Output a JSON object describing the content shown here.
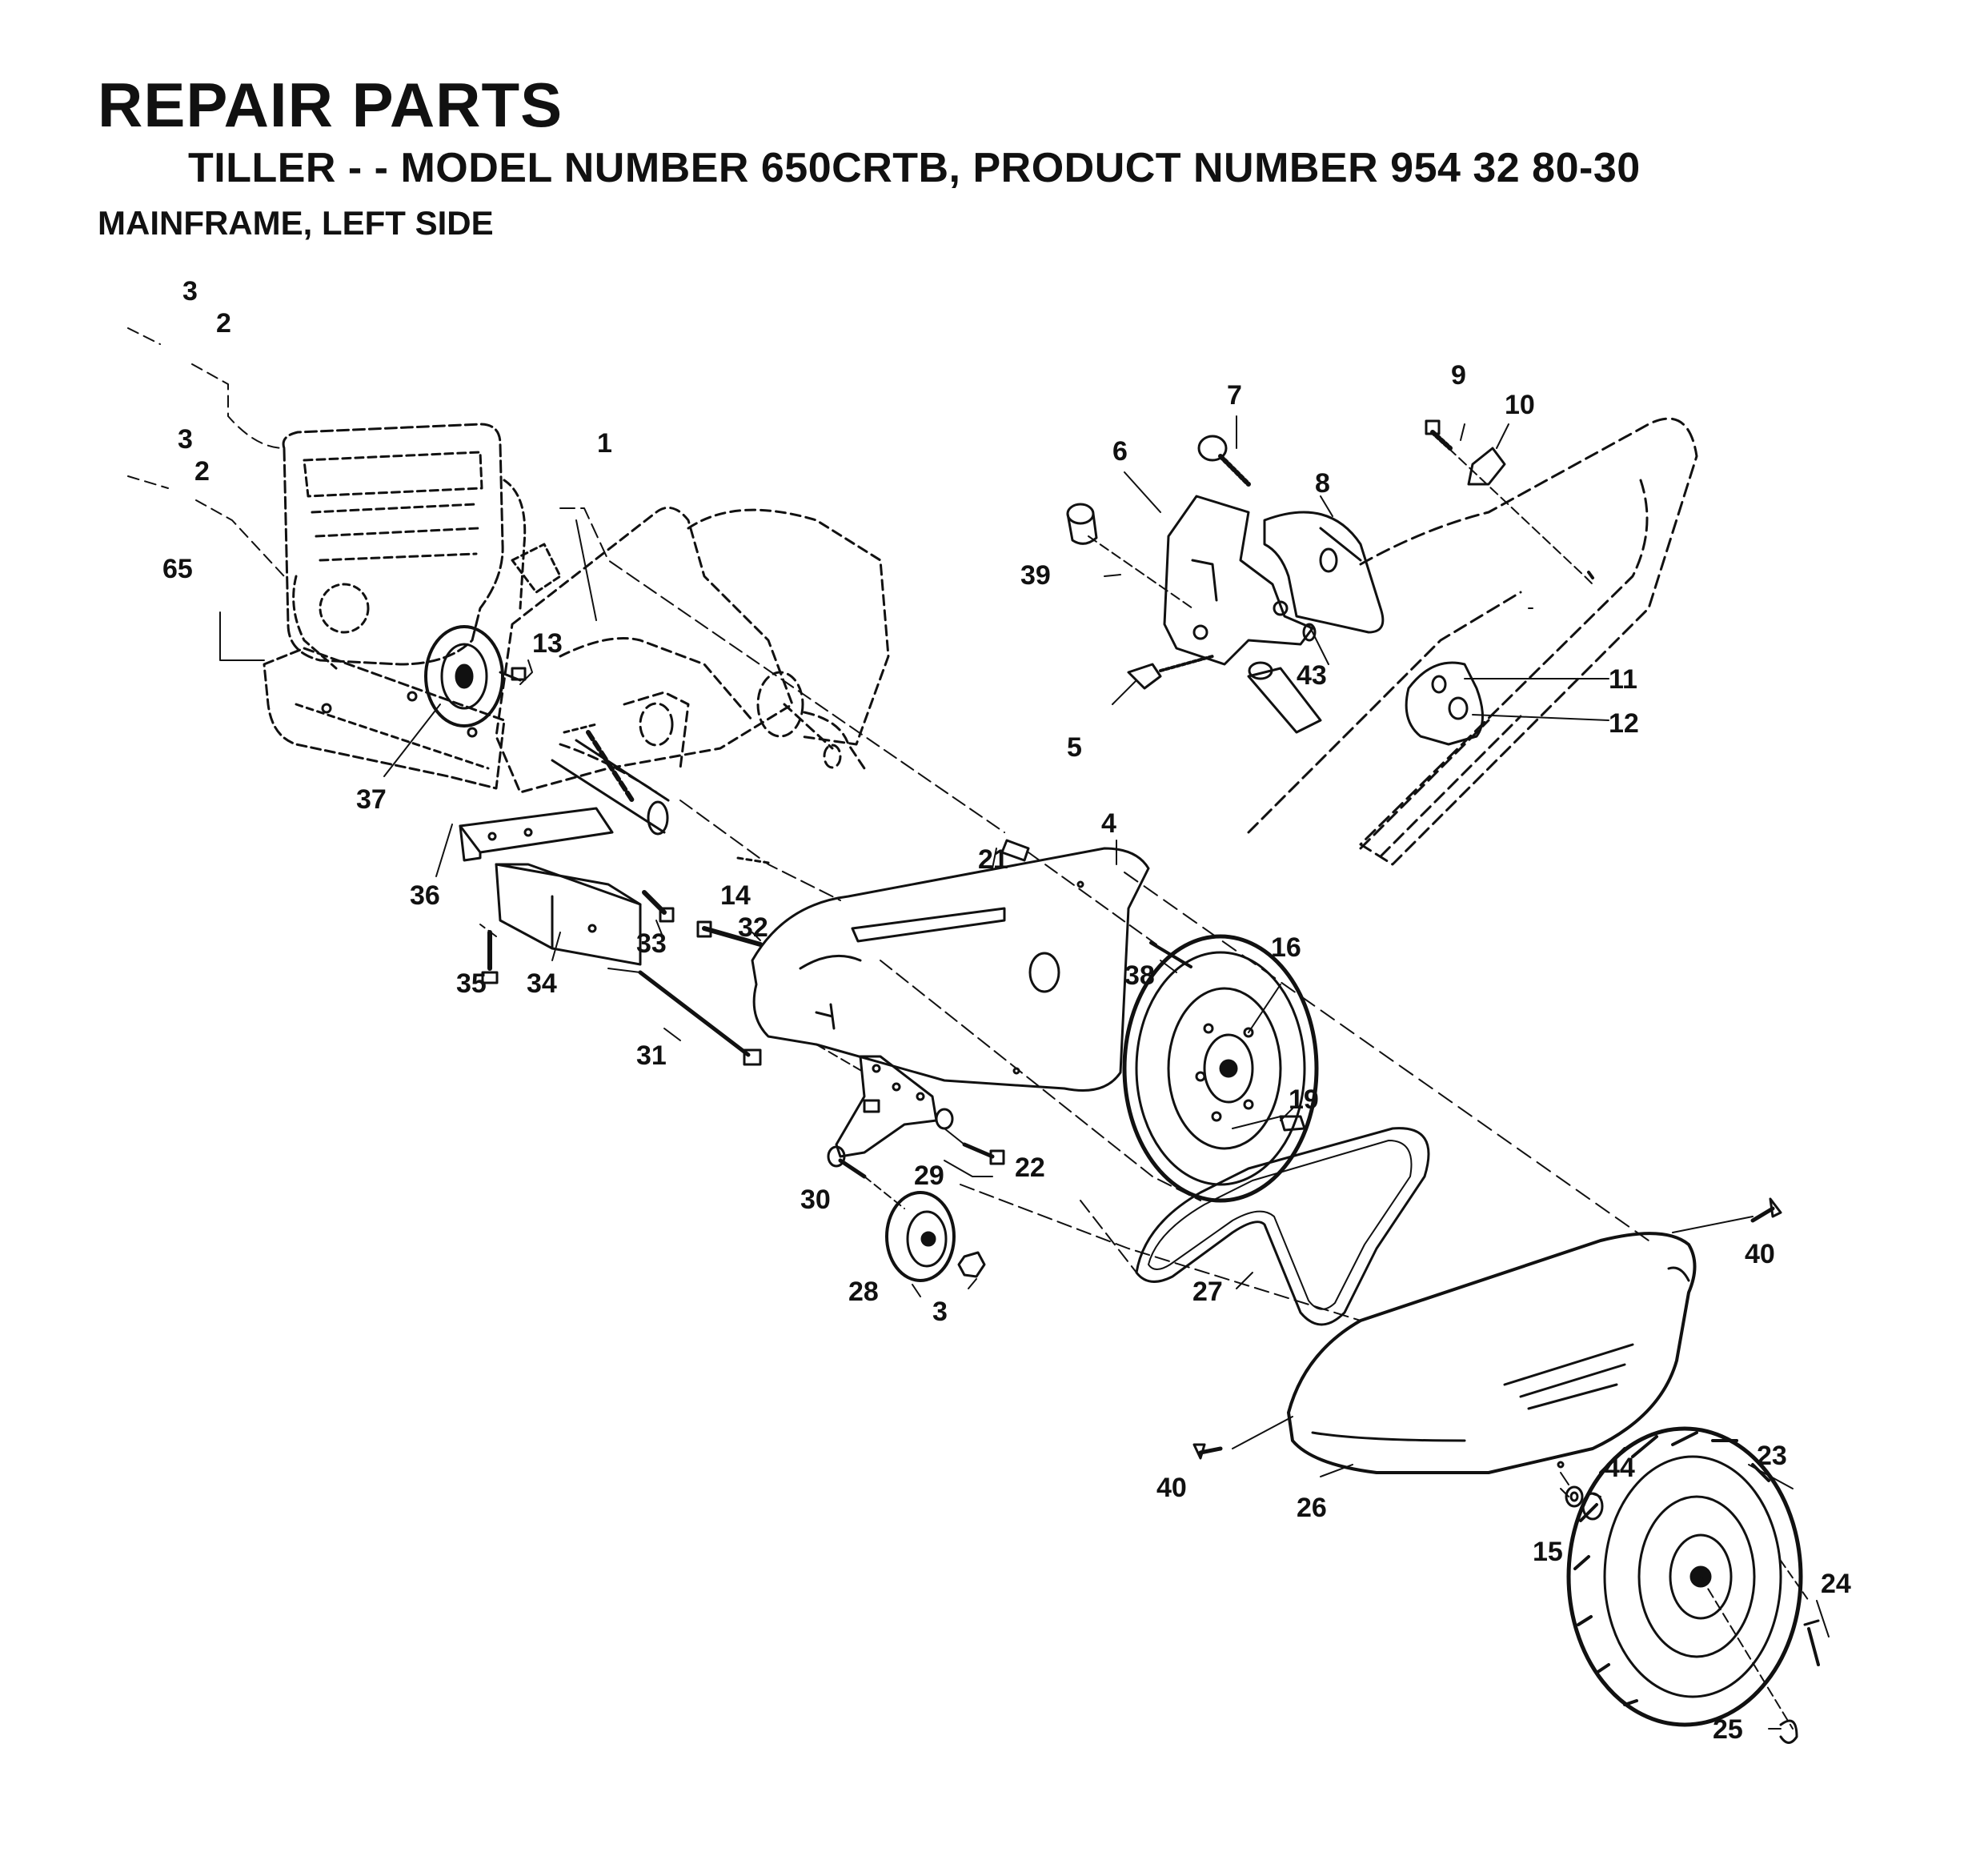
{
  "header": {
    "title": "REPAIR PARTS",
    "subtitle": "TILLER - - MODEL NUMBER 650CRTB, PRODUCT NUMBER 954 32 80-30",
    "section": "MAINFRAME, LEFT SIDE"
  },
  "callouts": [
    "1",
    "2",
    "2",
    "3",
    "3",
    "3",
    "4",
    "5",
    "6",
    "7",
    "8",
    "9",
    "10",
    "11",
    "12",
    "13",
    "14",
    "15",
    "16",
    "19",
    "21",
    "22",
    "23",
    "24",
    "25",
    "26",
    "27",
    "28",
    "29",
    "30",
    "31",
    "32",
    "33",
    "34",
    "35",
    "36",
    "37",
    "38",
    "39",
    "40",
    "40",
    "43",
    "44",
    "65"
  ]
}
